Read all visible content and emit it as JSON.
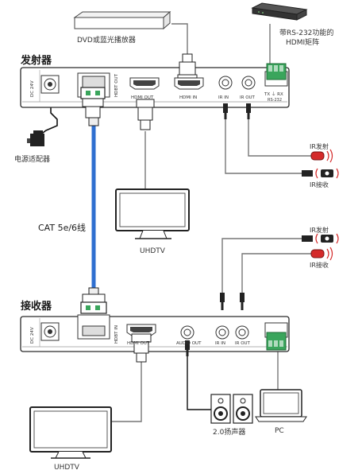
{
  "colors": {
    "cat_cable": "#2f6fd0",
    "terminal_green": "#3aa55c",
    "ir_red": "#d42a2a",
    "device_fill": "#ffffff",
    "outline": "#2a2a2a",
    "wire": "#777777"
  },
  "labels": {
    "dvd": "DVD或蓝光播放器",
    "matrix_line1": "带RS-232功能的",
    "matrix_line2": "HDMI矩阵",
    "transmitter_title": "发射器",
    "receiver_title": "接收器",
    "power_adapter": "电源适配器",
    "cat_cable": "CAT 5e/6线",
    "uhdtv_top": "UHDTV",
    "uhdtv_bottom": "UHDTV",
    "ir_emitter_top": "IR发射",
    "ir_receiver_top": "IR接收",
    "ir_emitter_bottom": "IR发射",
    "ir_receiver_bottom": "IR接收",
    "speakers": "2.0扬声器",
    "pc": "PC"
  },
  "transmitter": {
    "dc": "DC 24V",
    "hdbt_out": "HDBT OUT",
    "hdmi_out": "HDMI OUT",
    "hdmi_in": "HDMI IN",
    "ir_in": "IR IN",
    "ir_out": "IR OUT",
    "rs232_pins": "TX  ⏚  RX",
    "rs232": "RS-232"
  },
  "receiver": {
    "dc": "DC 24V",
    "hdbt_in": "HDBT IN",
    "hdmi_out": "HDMI OUT",
    "audio_out": "AUDIO OUT",
    "ir_in": "IR IN",
    "ir_out": "IR OUT"
  }
}
